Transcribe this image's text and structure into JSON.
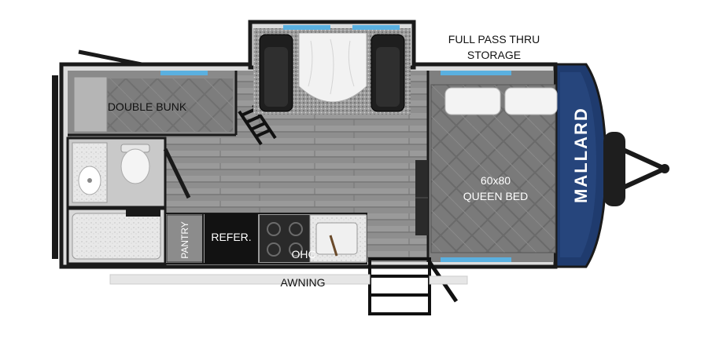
{
  "floorplan": {
    "brand": "MALLARD",
    "labels": {
      "storage_line1": "FULL PASS THRU",
      "storage_line2": "STORAGE",
      "double_bunk": "DOUBLE BUNK",
      "bed_size": "60x80",
      "bed_type": "QUEEN BED",
      "pantry": "PANTRY",
      "refer": "REFER.",
      "ohc": "OHC",
      "awning": "AWNING"
    },
    "colors": {
      "wall": "#1a1a1a",
      "floor": "#8c8c8c",
      "brand_blue": "#1f3b6e",
      "carpet": "#7e7e7e",
      "counter": "#e9e9e9",
      "appliance": "#121212"
    }
  }
}
